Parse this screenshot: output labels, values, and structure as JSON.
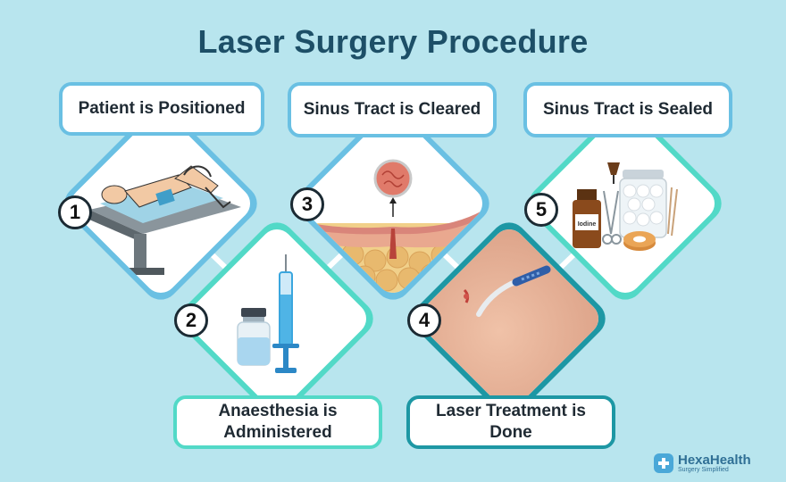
{
  "title": "Laser Surgery Procedure",
  "steps": [
    {
      "number": "1",
      "label": "Patient is Positioned",
      "icon": "patient-on-operating-table-image"
    },
    {
      "number": "2",
      "label": "Anaesthesia is Administered",
      "icon": "vial-and-syringe-image"
    },
    {
      "number": "3",
      "label": "Sinus Tract is Cleared",
      "icon": "skin-cross-section-image"
    },
    {
      "number": "4",
      "label": "Laser Treatment is Done",
      "icon": "laser-probe-on-skin-image"
    },
    {
      "number": "5",
      "label": "Sinus Tract is Sealed",
      "icon": "iodine-bottle-and-cotton-jar-image"
    }
  ],
  "brand": {
    "name": "HexaHealth",
    "tagline": "Surgery Simplified"
  },
  "colors": {
    "background": "#b8e5ee",
    "title": "#1d4f67",
    "blue_frame": "#6ac0e3",
    "teal_frame": "#52d9c7",
    "dark_teal_frame": "#1d97a4"
  },
  "icon_text": {
    "iodine_label": "Iodine"
  }
}
